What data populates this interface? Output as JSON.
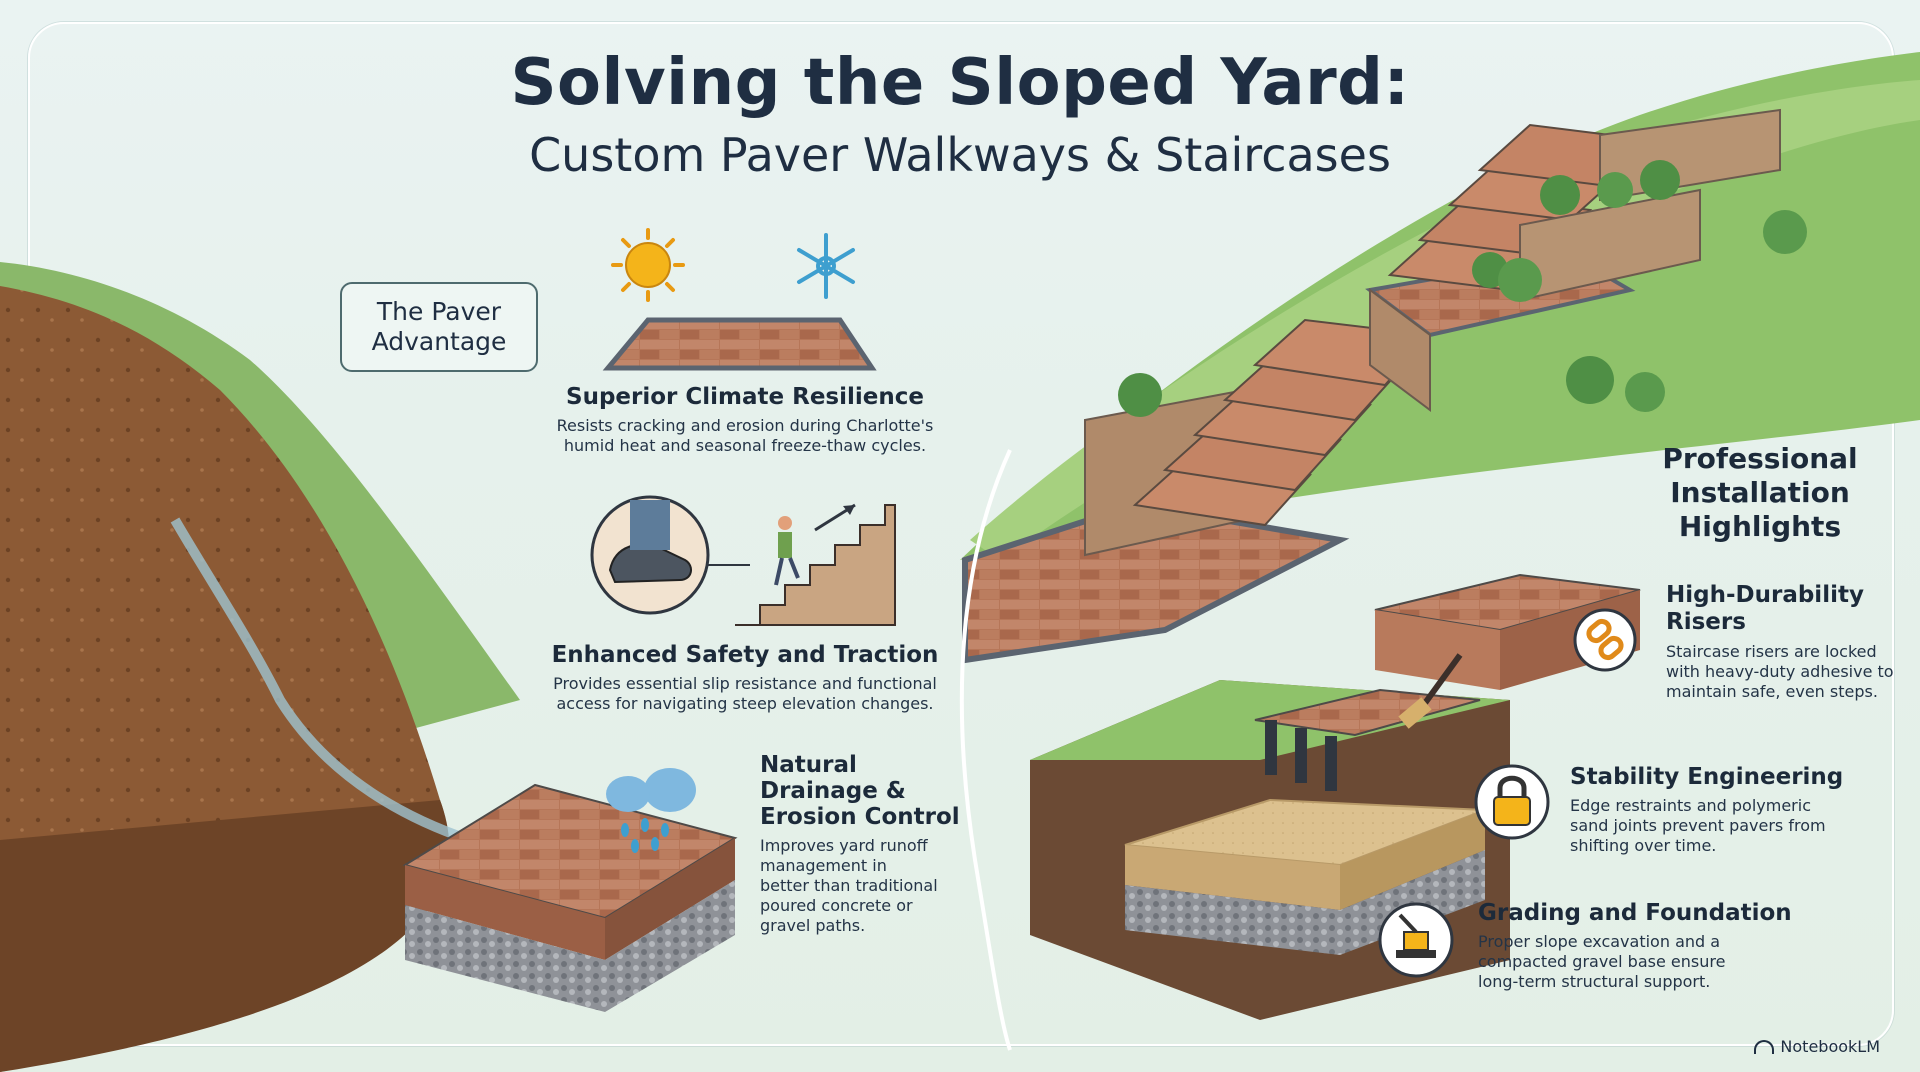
{
  "header": {
    "title": "Solving the Sloped Yard:",
    "subtitle": "Custom Paver Walkways & Staircases"
  },
  "badge": {
    "line1": "The Paver",
    "line2": "Advantage"
  },
  "advantages": [
    {
      "heading": "Superior Climate Resilience",
      "line1": "Resists cracking and erosion during Charlotte's",
      "line2": "humid heat and seasonal freeze-thaw cycles.",
      "icons": [
        "sun-icon",
        "snowflake-icon"
      ]
    },
    {
      "heading": "Enhanced Safety and Traction",
      "line1": "Provides essential slip resistance and functional",
      "line2": "access for navigating steep elevation changes.",
      "icons": [
        "shoe-traction-icon",
        "person-climbing-stairs-icon"
      ]
    },
    {
      "heading_lines": [
        "Natural",
        "Drainage &",
        "Erosion Control"
      ],
      "lines": [
        "Improves yard runoff",
        "management in",
        "better than traditional",
        "poured concrete or",
        "gravel paths."
      ],
      "icons": [
        "rain-cloud-icon"
      ]
    }
  ],
  "installation": {
    "heading_lines": [
      "Professional",
      "Installation",
      "Highlights"
    ],
    "items": [
      {
        "heading_lines": [
          "High-Durability",
          "Risers"
        ],
        "lines": [
          "Staircase risers are locked",
          "with heavy-duty adhesive to",
          "maintain safe, even steps."
        ],
        "icon": "chain-link-icon"
      },
      {
        "heading": "Stability Engineering",
        "lines": [
          "Edge restraints and polymeric",
          "sand joints prevent pavers from",
          "shifting over time."
        ],
        "icon": "padlock-icon"
      },
      {
        "heading": "Grading and Foundation",
        "lines": [
          "Proper slope excavation and a",
          "compacted gravel base ensure",
          "long-term structural support."
        ],
        "icon": "plate-compactor-icon"
      }
    ]
  },
  "footer": {
    "brand": "NotebookLM"
  },
  "colors": {
    "title": "#1f2e42",
    "grass": "#7cb65a",
    "soil": "#8a5a36",
    "paver": "#b9785a",
    "paver_border": "#5b6470",
    "accent_yellow": "#f4b41a",
    "accent_blue": "#3e9fcf"
  }
}
